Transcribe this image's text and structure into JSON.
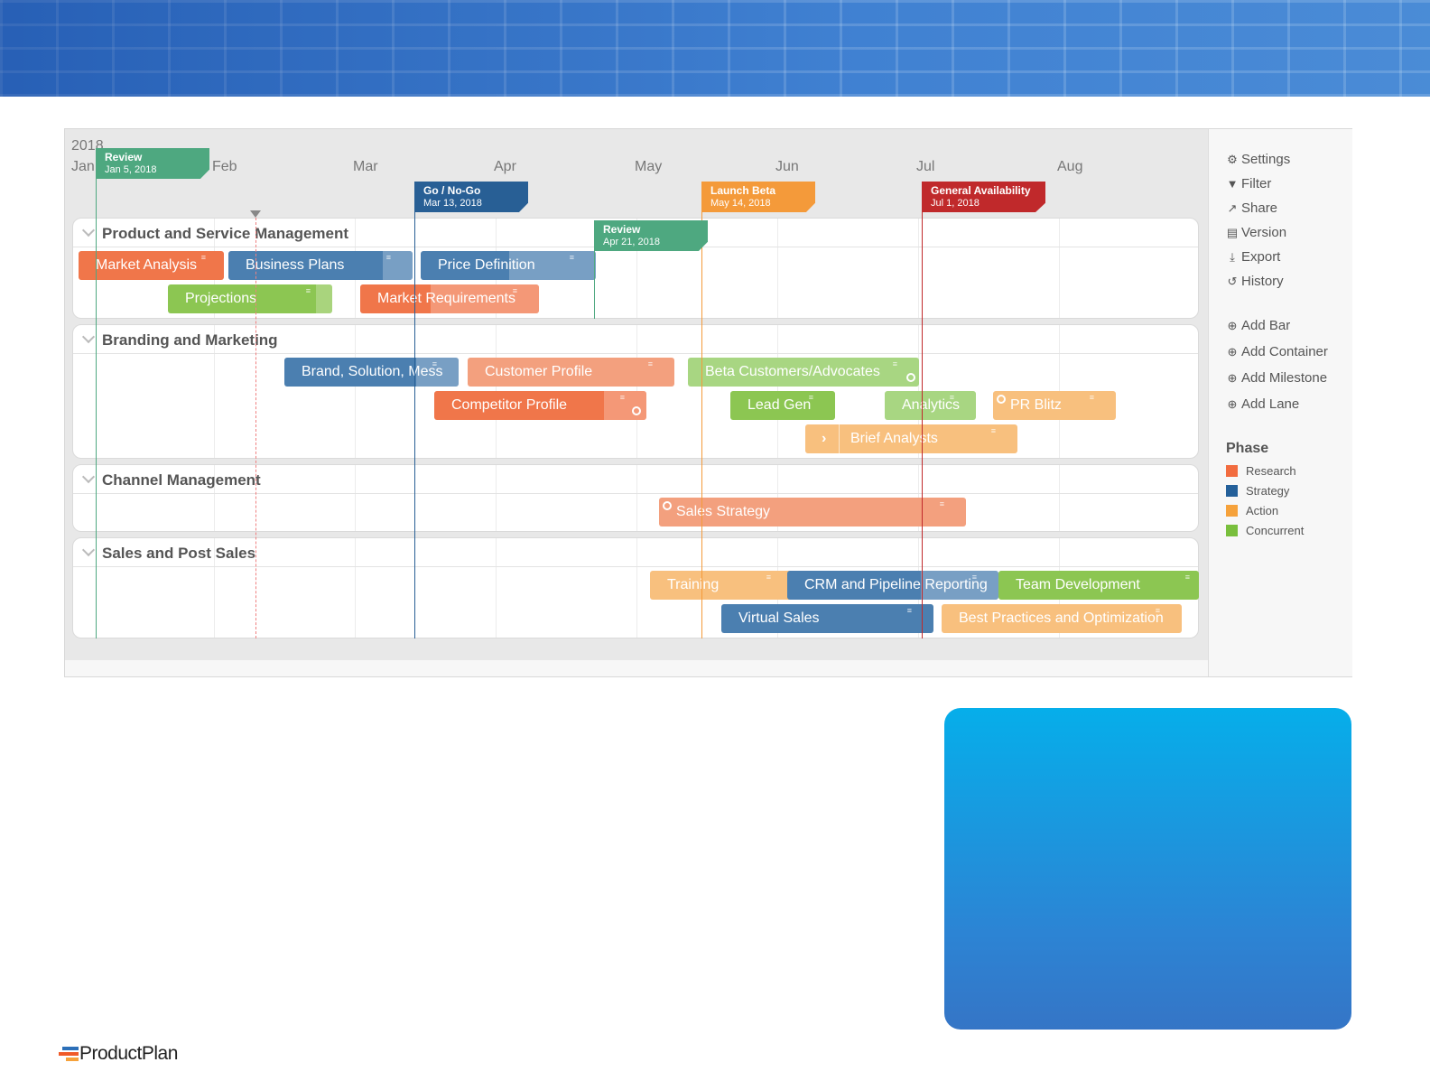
{
  "timeline": {
    "year": "2018",
    "months": [
      "Jan",
      "Feb",
      "Mar",
      "Apr",
      "May",
      "Jun",
      "Jul",
      "Aug"
    ]
  },
  "milestones": [
    {
      "title": "Review",
      "date": "Jan 5, 2018",
      "color": "#4ea880"
    },
    {
      "title": "Go / No-Go",
      "date": "Mar 13, 2018",
      "color": "#285f95"
    },
    {
      "title": "Launch Beta",
      "date": "May 14, 2018",
      "color": "#f49a3a"
    },
    {
      "title": "General Availability",
      "date": "Jul 1, 2018",
      "color": "#c0292b"
    },
    {
      "title": "Review",
      "date": "Apr 21, 2018",
      "color": "#4ea880"
    }
  ],
  "lanes": [
    {
      "title": "Product and Service Management"
    },
    {
      "title": "Branding and Marketing"
    },
    {
      "title": "Channel Management"
    },
    {
      "title": "Sales and Post Sales"
    }
  ],
  "bars": [
    "Market Analysis",
    "Business Plans",
    "Price Definition",
    "Projections",
    "Market Requirements",
    "Brand, Solution, Mess",
    "Customer Profile",
    "Beta Customers/Advocates",
    "Competitor Profile",
    "Lead Gen",
    "Analytics",
    "PR Blitz",
    "Brief Analysts",
    "Sales Strategy",
    "Training",
    "CRM and Pipeline Reporting",
    "Team Development",
    "Virtual Sales",
    "Best Practices and Optimization"
  ],
  "menu": {
    "settings": "Settings",
    "filter": "Filter",
    "share": "Share",
    "version": "Version",
    "export": "Export",
    "history": "History",
    "add_bar": "Add Bar",
    "add_container": "Add Container",
    "add_milestone": "Add Milestone",
    "add_lane": "Add Lane"
  },
  "legend": {
    "title": "Phase",
    "items": [
      {
        "label": "Research",
        "color": "#f26c3f"
      },
      {
        "label": "Strategy",
        "color": "#24609a"
      },
      {
        "label": "Action",
        "color": "#f6a23b"
      },
      {
        "label": "Concurrent",
        "color": "#79bf3d"
      }
    ]
  },
  "colors": {
    "research": "#f0764a",
    "strategy": "#4b7fb0",
    "action": "#f7b064",
    "concurrent": "#8cc652",
    "research_light": "#f3a07e",
    "concurrent_light": "#a8d682",
    "action_light": "#f8c07e"
  },
  "brand": {
    "name": "ProductPlan"
  }
}
